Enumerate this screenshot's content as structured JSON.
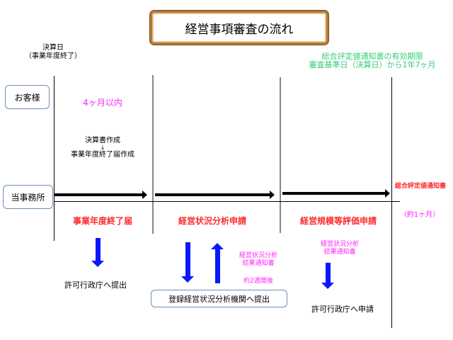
{
  "title": "経営事項審査の流れ",
  "kessanbi": {
    "line1": "決算日",
    "line2": "（事業年度終了）"
  },
  "validity": {
    "line1": "総合評定値通知書の有効期限",
    "line2": "審査基準日（決算日）から1年7ヶ月"
  },
  "rows": {
    "customer": "お客様",
    "office": "当事務所"
  },
  "within_4_months": "4ヶ月以内",
  "prep": {
    "line1": "決算書作成",
    "arrow": "↓",
    "line2": "事業年度終了届作成"
  },
  "steps": [
    "事業年度終了届",
    "経営状況分析申請",
    "経営規模等評価申請"
  ],
  "notice": {
    "label": "総合評定値通知書",
    "duration": "（約1ヶ月）"
  },
  "step1_sub": "許可行政庁へ提出",
  "step2": {
    "result_line1": "経営状況分析",
    "result_line2": "結果通知書",
    "wait": "約2週間後",
    "submit_box": "登録経営状況分析機関へ提出"
  },
  "step3": {
    "result_line1": "経営状況分析",
    "result_line2": "結果通知書",
    "sub": "許可行政庁へ申請"
  }
}
